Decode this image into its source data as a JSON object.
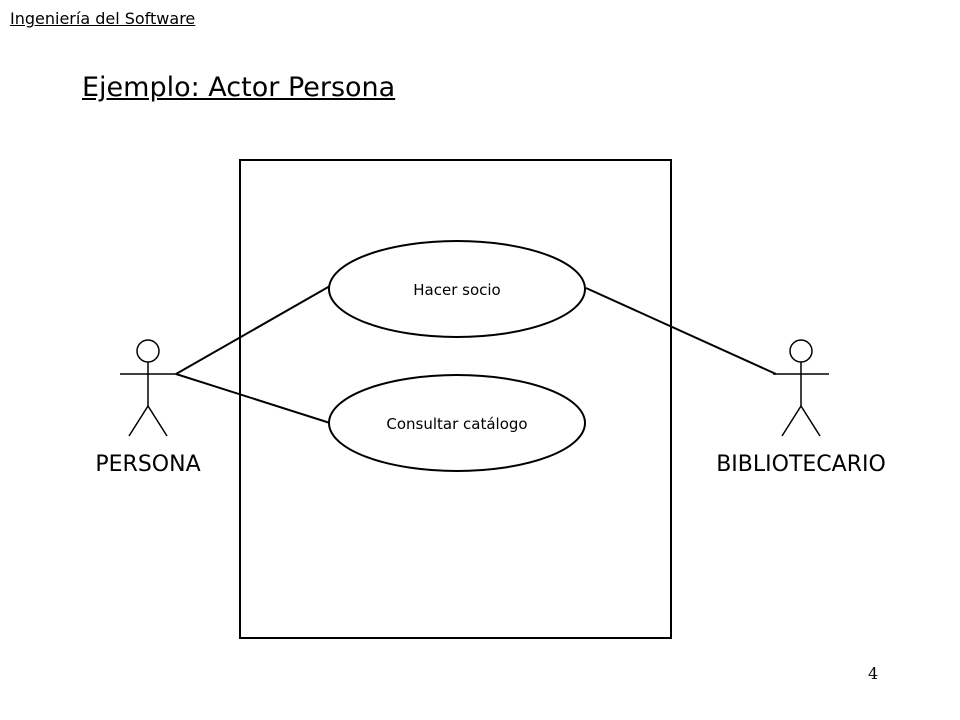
{
  "header": {
    "course": "Ingeniería del Software"
  },
  "slide": {
    "title": "Ejemplo: Actor Persona",
    "page_number": "4"
  },
  "diagram": {
    "type": "use-case",
    "use_cases": [
      {
        "label": "Hacer socio"
      },
      {
        "label": "Consultar catálogo"
      }
    ],
    "actors": [
      {
        "label": "PERSONA"
      },
      {
        "label": "BIBLIOTECARIO"
      }
    ],
    "associations": [
      {
        "from": "PERSONA",
        "to": "Hacer socio"
      },
      {
        "from": "PERSONA",
        "to": "Consultar catálogo"
      },
      {
        "from": "BIBLIOTECARIO",
        "to": "Hacer socio"
      }
    ]
  }
}
